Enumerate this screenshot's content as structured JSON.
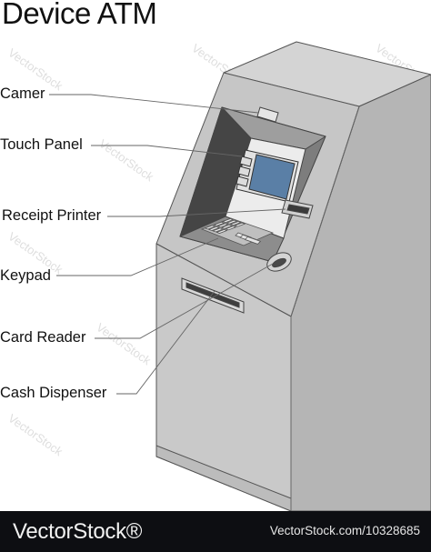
{
  "title": "Device ATM",
  "labels": {
    "camera": "Camer",
    "touch_panel": "Touch Panel",
    "receipt_printer": "Receipt Printer",
    "keypad": "Keypad",
    "card_reader": "Card Reader",
    "cash_dispenser": "Cash Dispenser"
  },
  "watermark": "VectorStock",
  "footer": {
    "brand": "VectorStock®",
    "image_id": "VectorStock.com/10328685"
  },
  "colors": {
    "cabinet_front": "#c8c8c8",
    "cabinet_side": "#b5b5b5",
    "cabinet_top": "#d4d4d4",
    "screen": "#5a7fa6",
    "footer_bg": "#0d0e12"
  }
}
